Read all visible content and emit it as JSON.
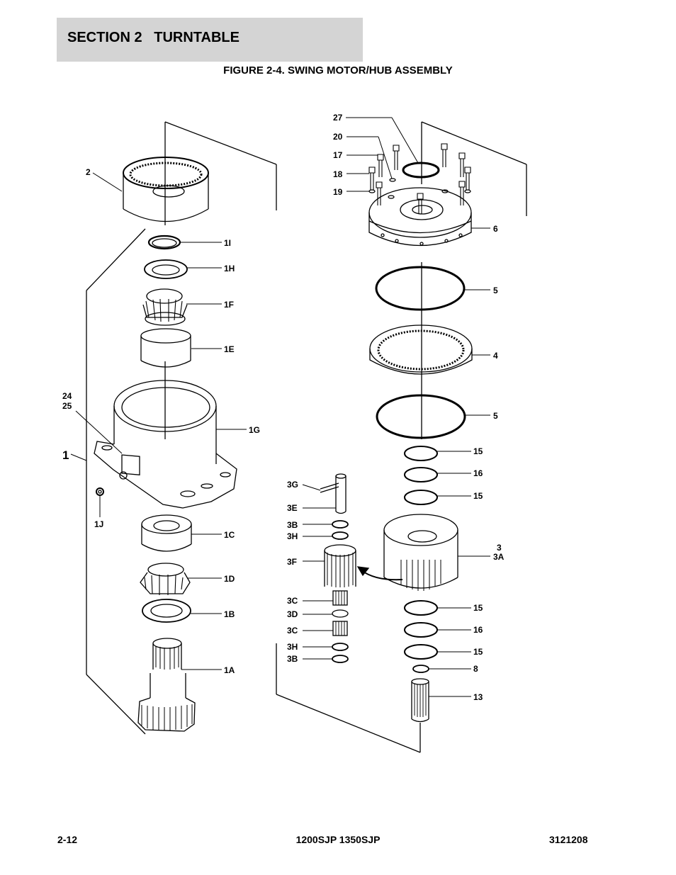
{
  "header": {
    "title": "SECTION 2   TURNTABLE"
  },
  "figure": {
    "title": "FIGURE 2-4. SWING MOTOR/HUB ASSEMBLY"
  },
  "labels": {
    "l2": "2",
    "l1I": "1I",
    "l1H": "1H",
    "l1F": "1F",
    "l1E": "1E",
    "l24": "24",
    "l25": "25",
    "l1G": "1G",
    "l1": "1",
    "l1J": "1J",
    "l1C": "1C",
    "l1D": "1D",
    "l1B": "1B",
    "l1A": "1A",
    "l27": "27",
    "l20": "20",
    "l17": "17",
    "l18": "18",
    "l19": "19",
    "l6": "6",
    "l5a": "5",
    "l4": "4",
    "l5b": "5",
    "l15a": "15",
    "l16a": "16",
    "l15b": "15",
    "l3G": "3G",
    "l3E": "3E",
    "l3B": "3B",
    "l3H": "3H",
    "l3F": "3F",
    "l3": "3",
    "l3A": "3A",
    "l3C": "3C",
    "l3D": "3D",
    "l3Cb": "3C",
    "l3Hb": "3H",
    "l3Bb": "3B",
    "l15c": "15",
    "l16b": "16",
    "l15d": "15",
    "l8": "8",
    "l13": "13"
  },
  "footer": {
    "page": "2-12",
    "model": "1200SJP 1350SJP",
    "doc_number": "3121208"
  }
}
